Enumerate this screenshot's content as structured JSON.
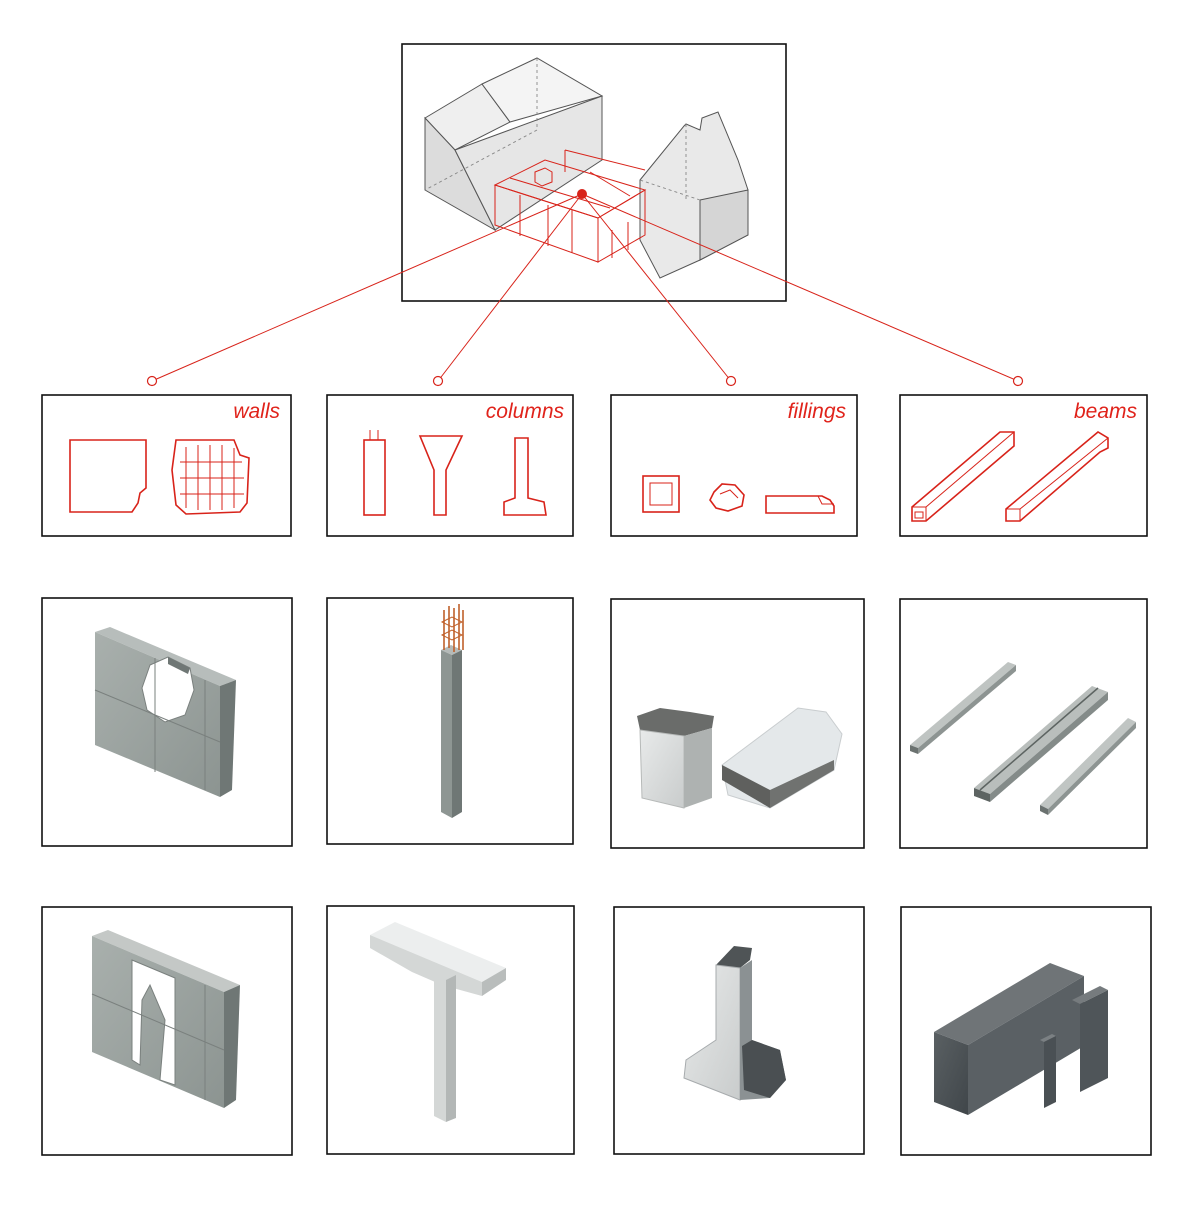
{
  "categories": [
    {
      "id": "walls",
      "label": "walls"
    },
    {
      "id": "columns",
      "label": "columns"
    },
    {
      "id": "fillings",
      "label": "fillings"
    },
    {
      "id": "beams",
      "label": "beams"
    }
  ],
  "colors": {
    "accent": "#d8231a",
    "frame": "#111111",
    "concrete": "#9aa0a0"
  }
}
